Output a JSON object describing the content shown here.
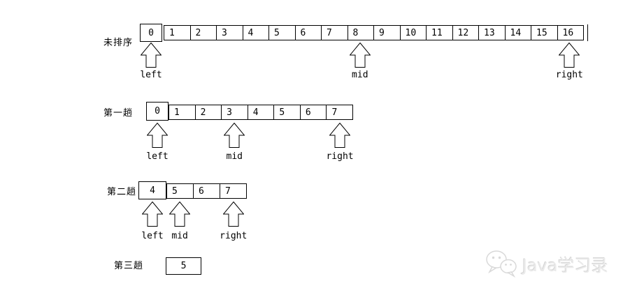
{
  "colors": {
    "line": "#000000",
    "background": "#ffffff",
    "watermark_text": "#ebebeb"
  },
  "rows": [
    {
      "label": "未排序",
      "head_cell": "0",
      "cells": [
        "1",
        "2",
        "3",
        "4",
        "5",
        "6",
        "7",
        "8",
        "9",
        "10",
        "11",
        "12",
        "13",
        "14",
        "15",
        "16"
      ],
      "pointers": [
        {
          "label": "left",
          "points_to": "0"
        },
        {
          "label": "mid",
          "points_to": "8"
        },
        {
          "label": "right",
          "points_to": "16"
        }
      ]
    },
    {
      "label": "第一趟",
      "head_cell": "0",
      "cells": [
        "1",
        "2",
        "3",
        "4",
        "5",
        "6",
        "7"
      ],
      "pointers": [
        {
          "label": "left",
          "points_to": "0"
        },
        {
          "label": "mid",
          "points_to": "3"
        },
        {
          "label": "right",
          "points_to": "7"
        }
      ]
    },
    {
      "label": "第二趟",
      "head_cell": "4",
      "cells": [
        "5",
        "6",
        "7"
      ],
      "pointers": [
        {
          "label": "left",
          "points_to": "4"
        },
        {
          "label": "mid",
          "points_to": "5"
        },
        {
          "label": "right",
          "points_to": "7"
        }
      ]
    },
    {
      "label": "第三趟",
      "head_cell": "5",
      "cells": [],
      "pointers": []
    }
  ],
  "watermark": {
    "icon": "wechat-icon",
    "text": "Java学习录"
  }
}
